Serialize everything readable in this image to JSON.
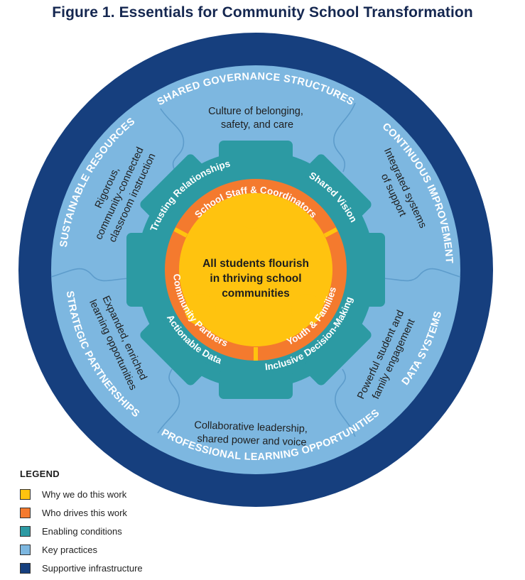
{
  "title": "Figure 1. Essentials for Community School Transformation",
  "colors": {
    "why": "#FFC30F",
    "who": "#F47A2E",
    "enabling": "#2C9AA3",
    "practices": "#7DB7E0",
    "infrastructure": "#163F7E"
  },
  "center": {
    "line1": "All students flourish",
    "line2": "in thriving school",
    "line3": "communities"
  },
  "drivers": [
    "School Staff & Coordinators",
    "Youth & Families",
    "Community Partners"
  ],
  "enabling_conditions": [
    "Trusting Relationships",
    "Shared Vision",
    "Inclusive Decision-Making",
    "Actionable Data"
  ],
  "practices": {
    "culture": [
      "Culture of belonging,",
      "safety, and care"
    ],
    "integrated": [
      "Integrated systems",
      "of support"
    ],
    "engagement": [
      "Powerful student and",
      "family engagement"
    ],
    "leadership": [
      "Collaborative leadership,",
      "shared power and voice"
    ],
    "expanded": [
      "Expanded, enriched",
      "learning opportunities"
    ],
    "rigorous": [
      "Rigorous,",
      "community-connected",
      "classroom instruction"
    ]
  },
  "infrastructure": [
    "SHARED GOVERNANCE STRUCTURES",
    "CONTINUOUS IMPROVEMENT",
    "DATA SYSTEMS",
    "PROFESSIONAL LEARNING OPPORTUNITIES",
    "STRATEGIC PARTNERSHIPS",
    "SUSTAINABLE RESOURCES"
  ],
  "legend": {
    "title": "LEGEND",
    "items": [
      {
        "label": "Why we do this work",
        "color": "#FFC30F"
      },
      {
        "label": "Who drives this work",
        "color": "#F47A2E"
      },
      {
        "label": "Enabling conditions",
        "color": "#2C9AA3"
      },
      {
        "label": "Key practices",
        "color": "#7DB7E0"
      },
      {
        "label": "Supportive infrastructure",
        "color": "#163F7E"
      }
    ]
  }
}
